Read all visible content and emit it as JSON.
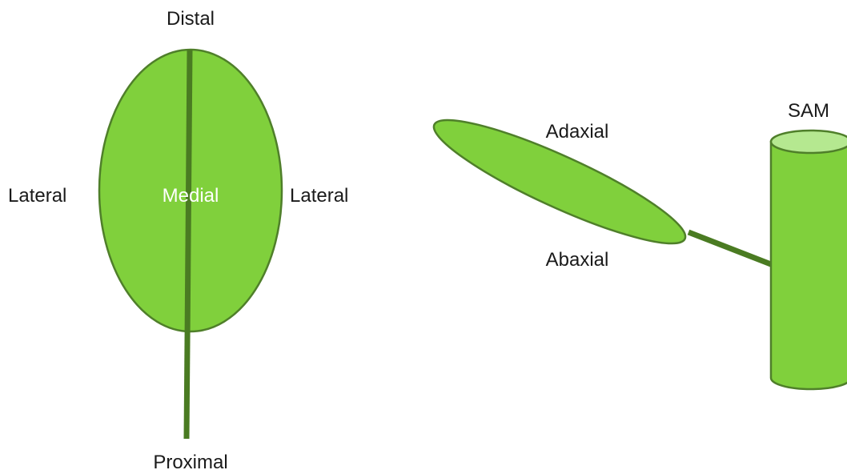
{
  "labels": {
    "distal": "Distal",
    "proximal": "Proximal",
    "lateral_left": "Lateral",
    "lateral_right": "Lateral",
    "medial": "Medial",
    "adaxial": "Adaxial",
    "abaxial": "Abaxial",
    "sam": "SAM"
  },
  "colors": {
    "leaf_fill": "#80d03c",
    "leaf_outline": "#4f7f2a",
    "midrib": "#4a7b22",
    "sam_top": "#b5e890",
    "text": "#1a1a1a",
    "medial_text": "#ffffff"
  }
}
